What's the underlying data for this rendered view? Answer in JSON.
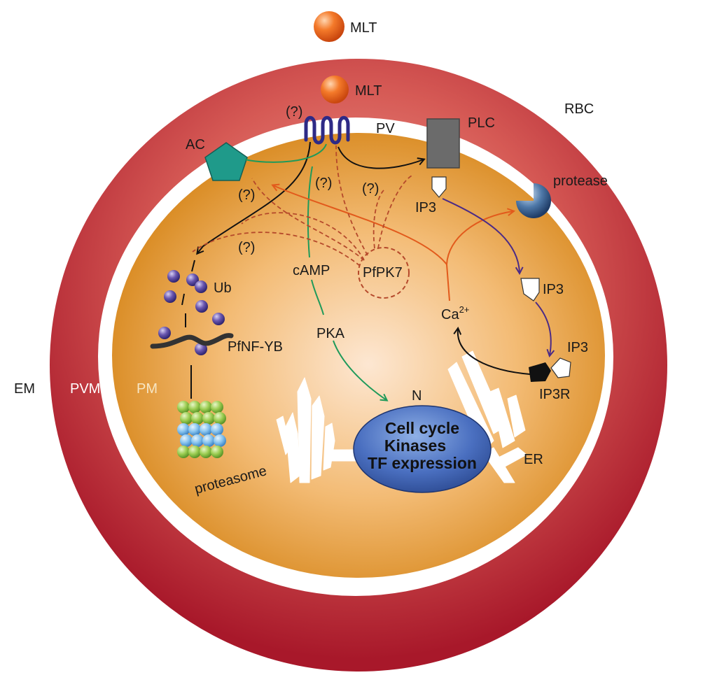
{
  "labels": {
    "mlt_outer": "MLT",
    "mlt_inner": "MLT",
    "question_top": "(?)",
    "pv": "PV",
    "plc": "PLC",
    "rbc": "RBC",
    "ac": "AC",
    "protease": "protease",
    "question_ac": "(?)",
    "question_mid1": "(?)",
    "question_mid2": "(?)",
    "question_left": "(?)",
    "ip3_top": "IP3",
    "ip3_mid": "IP3",
    "ip3_right": "IP3",
    "ip3r": "IP3R",
    "ub": "Ub",
    "camp": "cAMP",
    "pfpk7": "PfPK7",
    "ca_base": "Ca",
    "ca_sup": "2+",
    "pka": "PKA",
    "pfnf_yb": "PfNF-YB",
    "em": "EM",
    "pvm": "PVM",
    "pm": "PM",
    "n": "N",
    "er": "ER",
    "proteasome": "proteasome",
    "nucleus_line1": "Cell cycle",
    "nucleus_line2": "Kinases",
    "nucleus_line3": "TF expression"
  },
  "colors": {
    "rbc_outer": "#b21f2a",
    "rbc_inner": "#e07a6c",
    "pv_space": "#ffffff",
    "cytoplasm_edge": "#d4881f",
    "cytoplasm_center": "#fbe0c4",
    "ac": "#1f9a8a",
    "plc": "#6b6b6b",
    "gpcr": "#2e2a86",
    "camp_path": "#1f9a5a",
    "calcium_path": "#e25a1c",
    "dashed": "#b5492b",
    "ip3_path": "#4b2a86",
    "nucleus": "#3e63b0",
    "ub": "#4a3a8c",
    "proteasome_green": "#8cc63f",
    "proteasome_blue": "#6fb6e6",
    "mlt": "#f06a1e"
  },
  "icons": {
    "mlt": "orange-sphere",
    "ac": "pentagon",
    "plc": "rectangle",
    "gpcr": "coil",
    "protease": "pacman-sphere",
    "ip3": "pentagon-tag",
    "ip3r": "receptor-block",
    "ub": "purple-sphere",
    "proteasome": "barrel",
    "er": "folded-membrane",
    "nucleus": "ellipse"
  }
}
